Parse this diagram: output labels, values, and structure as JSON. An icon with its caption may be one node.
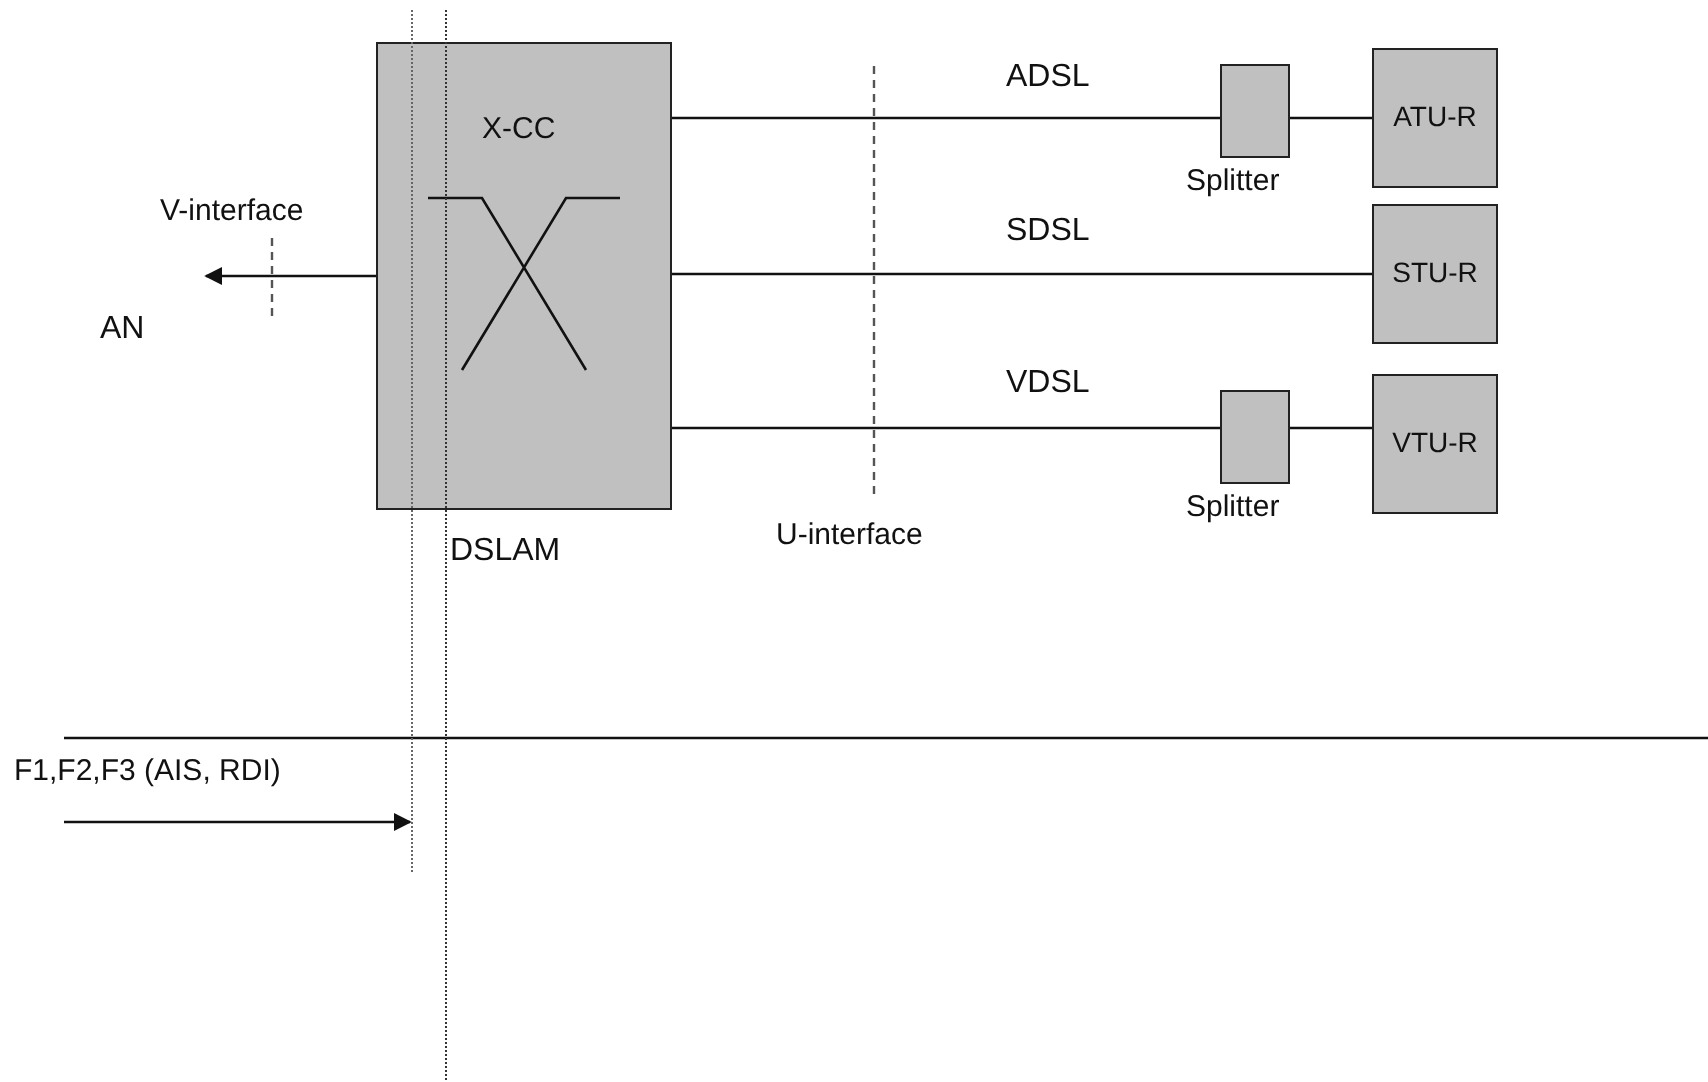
{
  "diagram": {
    "nodes": [
      {
        "text": [
          "X-CC"
        ],
        "beside": [
          "DSLAM"
        ]
      },
      {
        "text": [
          "AN"
        ]
      },
      {
        "text": [
          "Splitter"
        ]
      },
      {
        "text": [
          "ATU-R"
        ]
      },
      {
        "text": [
          "STU-R"
        ]
      },
      {
        "text": [
          "Splitter"
        ]
      },
      {
        "text": [
          "VTU-R"
        ]
      }
    ],
    "edges": [
      {
        "from": 0,
        "to": 1,
        "arrow": "to"
      },
      {
        "from": 0,
        "to": 2,
        "arrow": "none",
        "label": "ADSL"
      },
      {
        "from": 2,
        "to": 3,
        "arrow": "none"
      },
      {
        "from": 0,
        "to": 4,
        "arrow": "none",
        "label": "SDSL"
      },
      {
        "from": 0,
        "to": 5,
        "arrow": "none",
        "label": "VDSL"
      },
      {
        "from": 5,
        "to": 6,
        "arrow": "none"
      }
    ],
    "labels": [
      "V-interface",
      "U-interface",
      "F1,F2,F3 (AIS, RDI)"
    ]
  }
}
